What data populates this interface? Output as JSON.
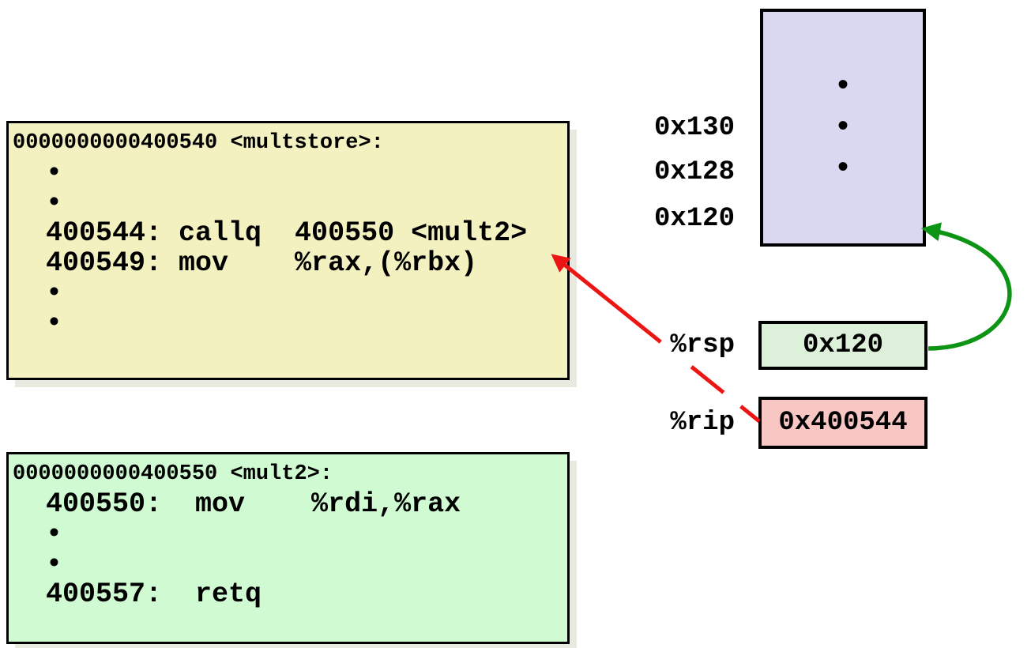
{
  "title": "x86-64 call to mult2: code, stack and registers",
  "colors": {
    "background": "#ffffff",
    "multstore_fill": "#f4f1c1",
    "mult2_fill": "#d0fad2",
    "stack_fill": "#d9d8f0",
    "rsp_value_fill": "#ddf1da",
    "rip_value_fill": "#f9c7c3",
    "box_border": "#000000",
    "shadow": "#e8eadf"
  },
  "multstore_box": {
    "header": "0000000000400540 <multstore>:",
    "lines": [
      "  •",
      "  •",
      "  400544: callq  400550 <mult2>",
      "  400549: mov    %rax,(%rbx)",
      "  •",
      "  •"
    ]
  },
  "mult2_box": {
    "header": "0000000000400550 <mult2>:",
    "lines": [
      "  400550:  mov    %rdi,%rax",
      "  •",
      "  •",
      "  400557:  retq"
    ]
  },
  "stack": {
    "address_labels": [
      "0x130",
      "0x128",
      "0x120"
    ],
    "dots": [
      "•",
      "•",
      "•"
    ]
  },
  "registers": {
    "rsp": {
      "name": "%rsp",
      "value": "0x120"
    },
    "rip": {
      "name": "%rip",
      "value": "0x400544"
    }
  },
  "arrows": {
    "rip_to_call": {
      "color": "#ed1414",
      "style": "dashed",
      "description": "red dashed arrow from %rip value box to callq instruction in multstore"
    },
    "rsp_to_stack": {
      "color": "#0d9414",
      "style": "solid-curved",
      "description": "green curved arrow from %rsp value box to stack slot at 0x120"
    }
  }
}
